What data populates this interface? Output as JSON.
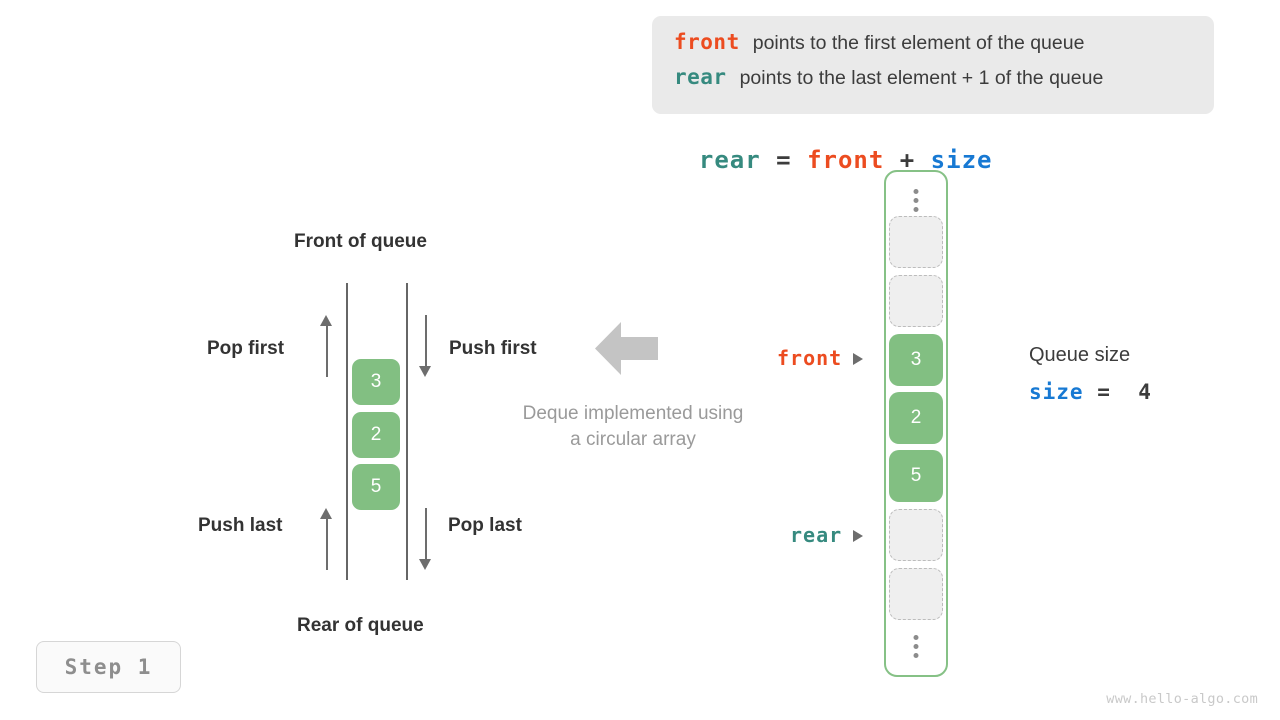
{
  "legend": {
    "lines": [
      {
        "keyword": "front",
        "keyword_color": "#ec4c20",
        "text": "points to the first element of the queue"
      },
      {
        "keyword": "rear",
        "keyword_color": "#368a7f",
        "text": "points to the last element + 1 of the queue"
      }
    ],
    "background": "#eaeaea"
  },
  "formula": {
    "lhs": "rear",
    "eq": "=",
    "term1": "front",
    "plus": "+",
    "term2": "size"
  },
  "deque_diagram": {
    "top_label": "Front of queue",
    "bottom_label": "Rear of queue",
    "cells": [
      "3",
      "2",
      "5"
    ],
    "cell_color": "#82bf82",
    "operations": {
      "pop_first": "Pop first",
      "push_first": "Push first",
      "push_last": "Push last",
      "pop_last": "Pop last"
    },
    "caption_line1": "Deque implemented using",
    "caption_line2": "a circular array"
  },
  "array": {
    "border_color": "#86c186",
    "slots": [
      {
        "type": "dots"
      },
      {
        "type": "empty",
        "value": ""
      },
      {
        "type": "empty",
        "value": ""
      },
      {
        "type": "filled",
        "value": "3"
      },
      {
        "type": "filled",
        "value": "2"
      },
      {
        "type": "filled",
        "value": "5"
      },
      {
        "type": "empty",
        "value": ""
      },
      {
        "type": "empty",
        "value": ""
      },
      {
        "type": "dots"
      }
    ],
    "pointers": {
      "front": {
        "label": "front",
        "color": "#ec4c20",
        "target_index": 3
      },
      "rear": {
        "label": "rear",
        "color": "#368a7f",
        "target_index": 6
      }
    }
  },
  "queue_size": {
    "title": "Queue size",
    "var_name": "size",
    "eq": "=",
    "value": "4",
    "var_color": "#1779d3"
  },
  "step_badge": {
    "label": "Step 1"
  },
  "watermark": {
    "text": "www.hello-algo.com"
  }
}
